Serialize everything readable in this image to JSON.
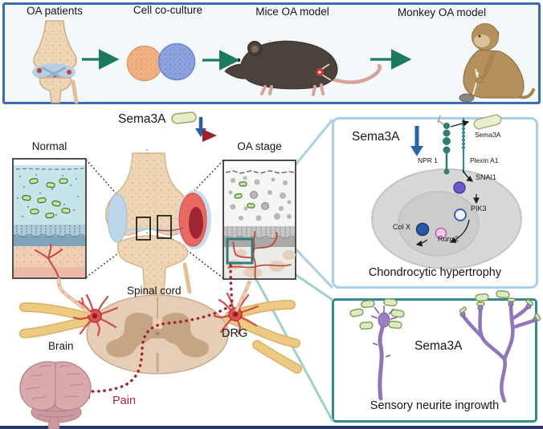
{
  "figure": {
    "top_panel": {
      "items": [
        {
          "label": "OA patients",
          "illustration": "knee-joint"
        },
        {
          "label": "Cell co-culture",
          "illustration": "cell-coculture"
        },
        {
          "label": "Mice OA model",
          "illustration": "mouse"
        },
        {
          "label": "Monkey OA model",
          "illustration": "monkey"
        }
      ],
      "border_color": "#3a6bb5",
      "background": "#f3f8fb",
      "arrow_color": "#1b7a5e"
    },
    "pathway": {
      "sema3a_label": "Sema3A",
      "sema3a_change": "decreased",
      "normal_label": "Normal",
      "oa_stage_label": "OA stage",
      "spinal_cord_label": "Spinal cord",
      "brain_label": "Brain",
      "drg_label": "DRG",
      "pain_label": "Pain",
      "progression_arrow_colors": [
        "#d99a90",
        "#a52430"
      ],
      "pain_color": "#ab2e3e"
    },
    "hypertrophy_panel": {
      "sema3a_label": "Sema3A",
      "ligand_label": "Sema3A",
      "receptor1_label": "NPR 1",
      "receptor2_label": "Plexin A1",
      "molecules": [
        "SNAI1",
        "PIK3",
        "Col X",
        "Runx2"
      ],
      "caption": "Chondrocytic hypertrophy",
      "border_color": "#aacfea"
    },
    "neurite_panel": {
      "sema3a_label": "Sema3A",
      "caption": "Sensory neurite ingrowth",
      "border_color": "#2f8e8c"
    }
  }
}
